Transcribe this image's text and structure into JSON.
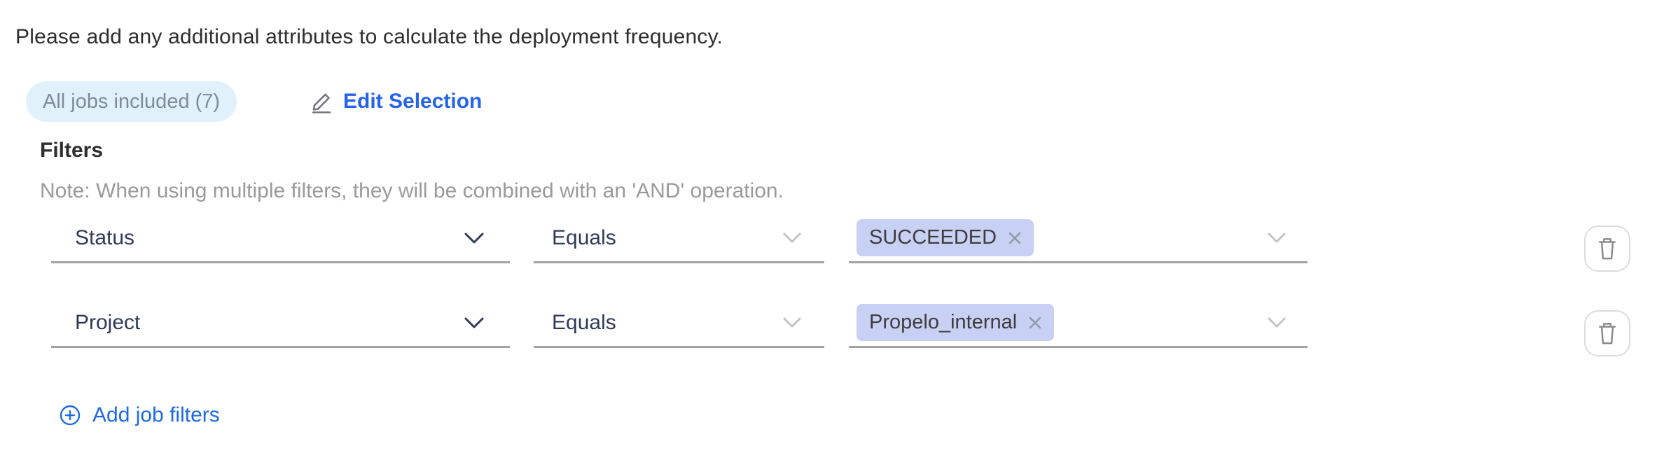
{
  "header": {
    "title": "Please add any additional attributes to calculate the deployment frequency."
  },
  "selection": {
    "badge_label": "All jobs included (7)",
    "job_count": 7,
    "edit_label": "Edit Selection"
  },
  "filters": {
    "heading": "Filters",
    "note": "Note: When using multiple filters, they will be combined with an 'AND' operation.",
    "rows": [
      {
        "attribute": "Status",
        "operator": "Equals",
        "values": [
          "SUCCEEDED"
        ]
      },
      {
        "attribute": "Project",
        "operator": "Equals",
        "values": [
          "Propelo_internal"
        ]
      }
    ],
    "add_label": "Add job filters"
  },
  "icons": {
    "edit": "pencil-underline-icon",
    "chevron": "chevron-down-icon",
    "tag_remove": "close-x-icon",
    "delete_row": "trash-icon",
    "add": "plus-circle-icon"
  },
  "colors": {
    "link_blue": "#2563eb",
    "badge_background": "#e1f1fc",
    "badge_text": "#7f8b99",
    "tag_background": "#c8d0f4",
    "select_text": "#2e3a59",
    "underline_gray": "#a3a3a3",
    "note_gray": "#9a9a9a"
  }
}
